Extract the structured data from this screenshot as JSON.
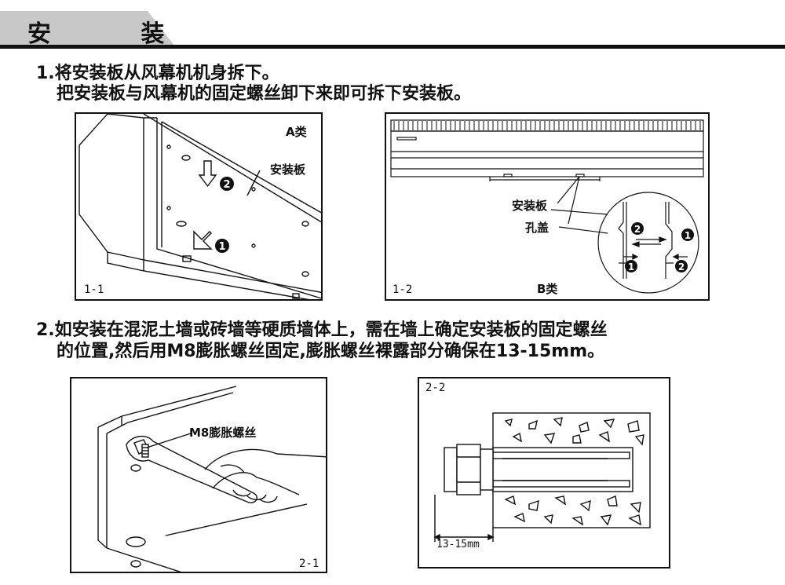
{
  "header": {
    "title": "安 装"
  },
  "step1": {
    "line1": "1.将安装板从风幕机机身拆下。",
    "line2": "把安装板与风幕机的固定螺丝卸下来即可拆下安装板。"
  },
  "fig_1_1": {
    "number": "1-1",
    "type_label": "A类",
    "plate_label": "安装板",
    "marker1": "1",
    "marker2": "2"
  },
  "fig_1_2": {
    "number": "1-2",
    "type_label": "B类",
    "plate_label": "安装板",
    "cover_label": "孔盖",
    "marker1": "1",
    "marker2": "2"
  },
  "step2": {
    "line1": "2.如安装在混泥土墙或砖墙等硬质墙体上，需在墙上确定安装板的固定螺丝",
    "line2": "的位置,然后用M8膨胀螺丝固定,膨胀螺丝裸露部分确保在13-15mm。"
  },
  "fig_2_1": {
    "number": "2-1",
    "bolt_label": "M8膨胀螺丝"
  },
  "fig_2_2": {
    "number": "2-2",
    "dimension_label": "13-15mm"
  }
}
